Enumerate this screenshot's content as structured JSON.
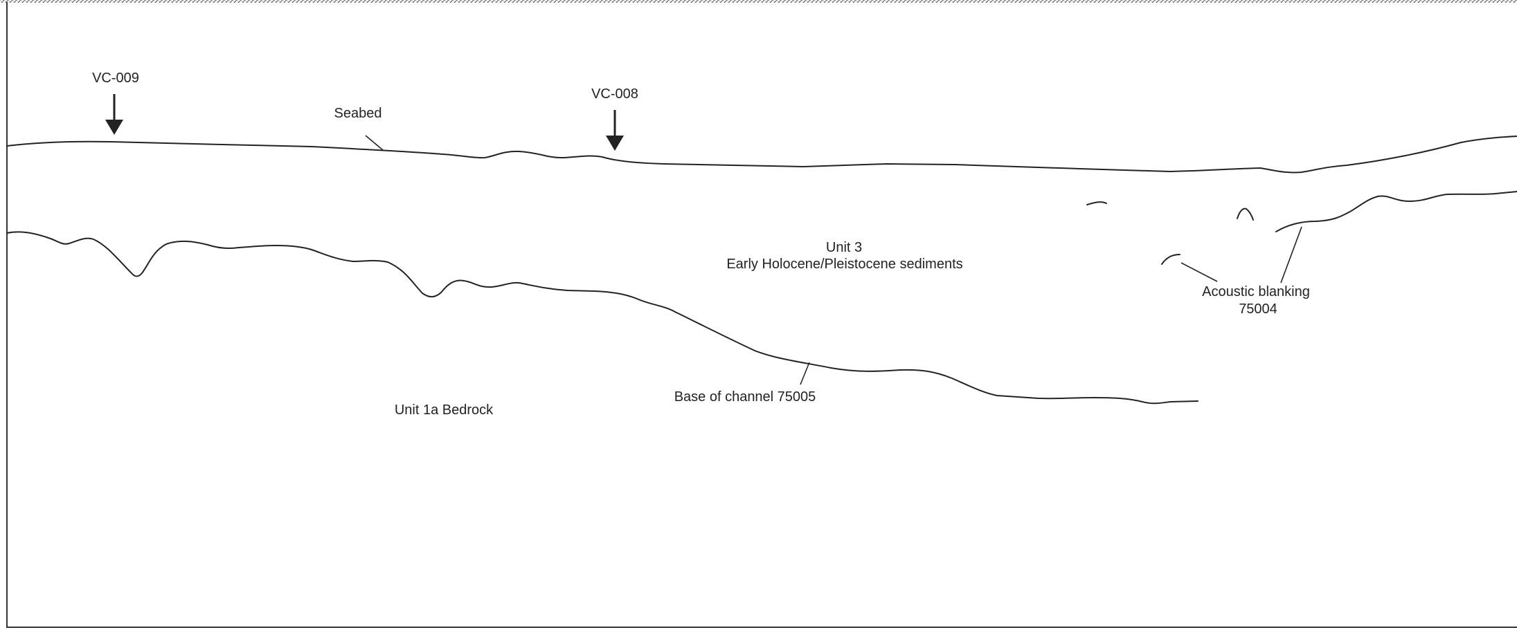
{
  "labels": {
    "vc009": "VC-009",
    "vc008": "VC-008",
    "seabed": "Seabed",
    "unit3_line1": "Unit 3",
    "unit3_line2": "Early Holocene/Pleistocene sediments",
    "acoustic_line1": "Acoustic blanking",
    "acoustic_line2": "75004",
    "base_channel": "Base of channel 75005",
    "unit1a": "Unit 1a Bedrock"
  },
  "colors": {
    "line": "#222222",
    "background": "#ffffff"
  }
}
